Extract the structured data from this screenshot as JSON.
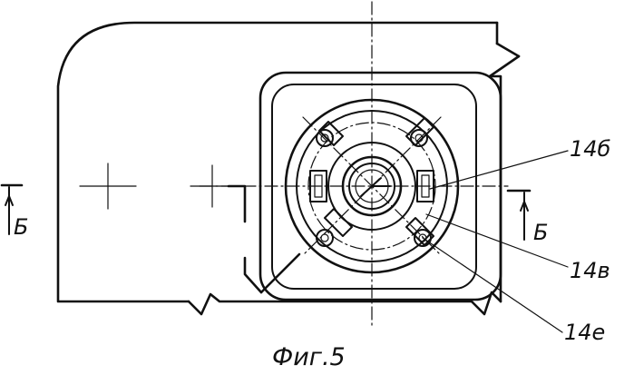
{
  "figure": {
    "caption": "Фиг.5",
    "callouts": {
      "label_14b": "14б",
      "label_14v": "14в",
      "label_14e": "14е"
    },
    "section_mark": "Б"
  }
}
